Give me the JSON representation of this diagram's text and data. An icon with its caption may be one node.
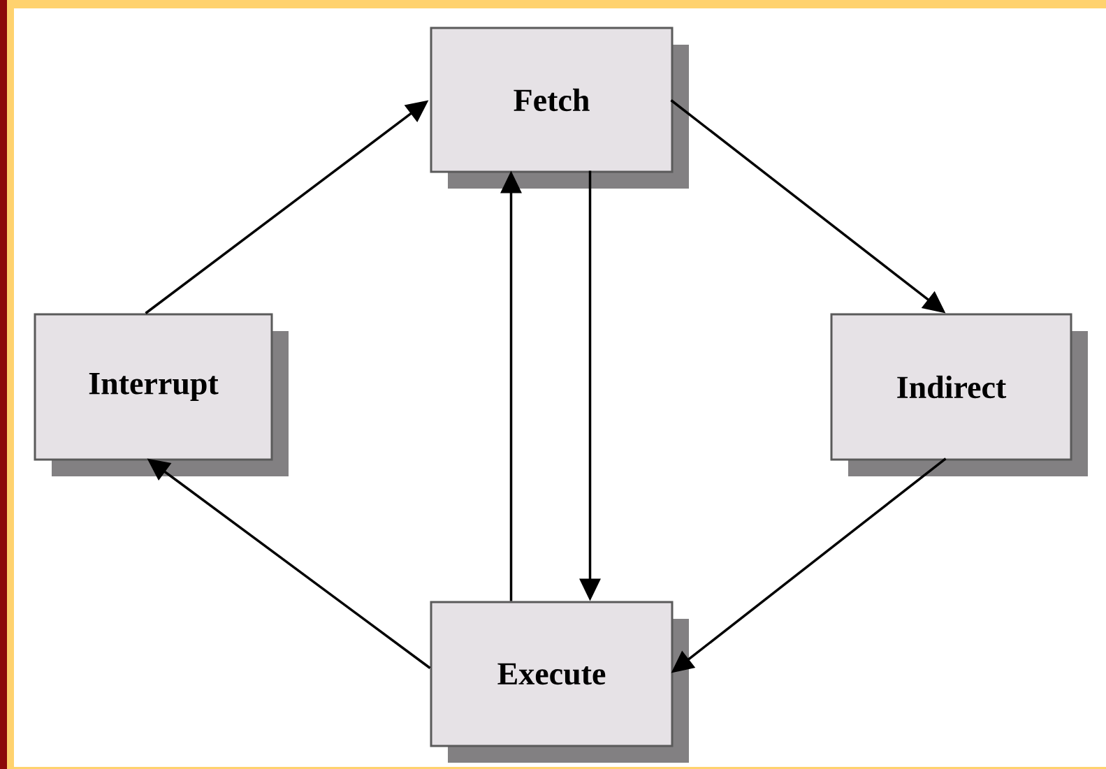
{
  "diagram": {
    "nodes": [
      {
        "text": [
          "Fetch"
        ]
      },
      {
        "text": [
          "Interrupt"
        ]
      },
      {
        "text": [
          "Indirect"
        ]
      },
      {
        "text": [
          "Execute"
        ]
      }
    ],
    "edges": [
      {
        "from": 1,
        "to": 0,
        "arrow": "to"
      },
      {
        "from": 0,
        "to": 2,
        "arrow": "to"
      },
      {
        "from": 3,
        "to": 0,
        "arrow": "to"
      },
      {
        "from": 0,
        "to": 3,
        "arrow": "to"
      },
      {
        "from": 2,
        "to": 3,
        "arrow": "to"
      },
      {
        "from": 3,
        "to": 1,
        "arrow": "to"
      }
    ]
  }
}
